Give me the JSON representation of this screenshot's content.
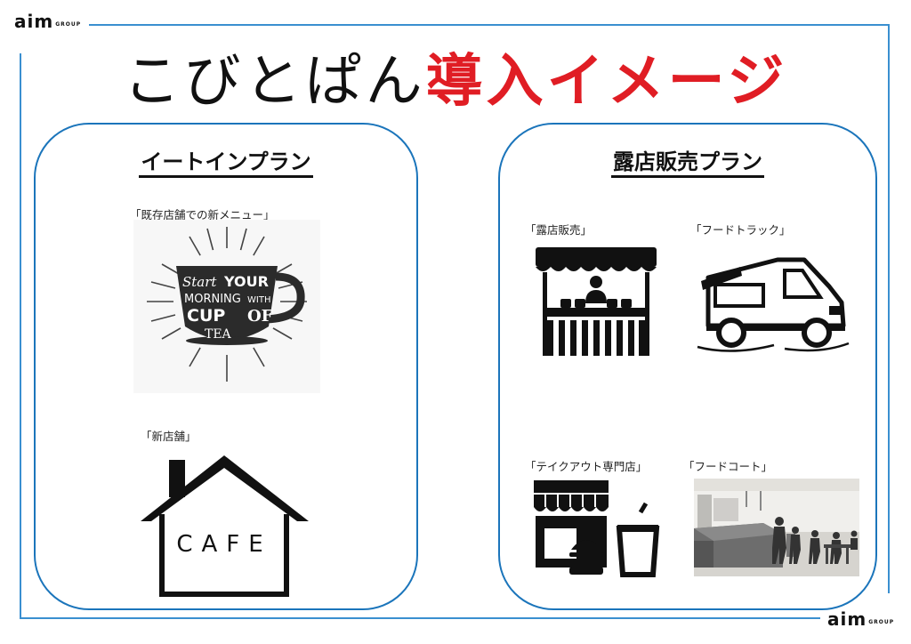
{
  "logo": {
    "main": "aim",
    "sub": "GROUP"
  },
  "title": {
    "part1": "こびとぱん",
    "part2": "導入イメージ"
  },
  "panels": {
    "left": {
      "title": "イートインプラン",
      "items": [
        {
          "caption": "「既存店舗での新メニュー」",
          "image_text": [
            "Start",
            "YOUR",
            "MORNING",
            "WITH",
            "CUP",
            "OF",
            "TEA"
          ]
        },
        {
          "caption": "「新店舗」",
          "image_text": "CAFE"
        }
      ]
    },
    "right": {
      "title": "露店販売プラン",
      "items": [
        {
          "caption": "「露店販売」"
        },
        {
          "caption": "「フードトラック」"
        },
        {
          "caption": "「テイクアウト専門店」"
        },
        {
          "caption": "「フードコート」"
        }
      ]
    }
  },
  "colors": {
    "frame": "#3a8fd0",
    "panel_border": "#1b75bb",
    "accent_red": "#e01d24"
  }
}
